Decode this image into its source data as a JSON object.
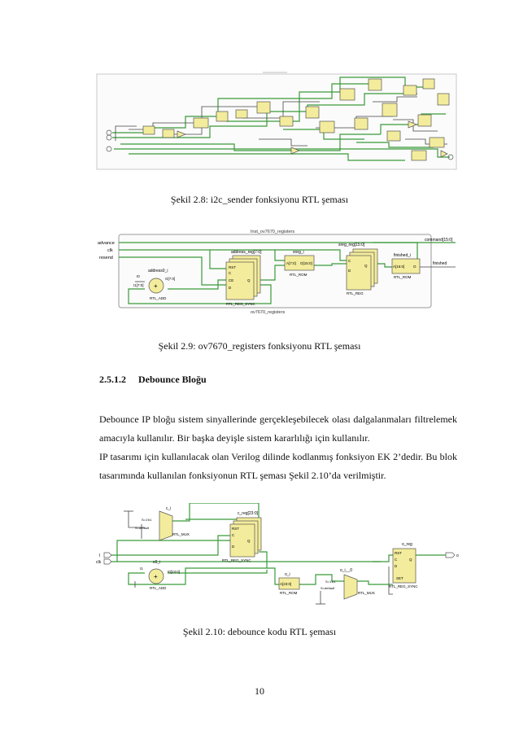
{
  "figures": [
    {
      "caption": "Şekil 2.8: i2c_sender fonksiyonu RTL şeması"
    },
    {
      "caption": "Şekil 2.9: ov7670_registers fonksiyonu RTL şeması",
      "labels": {
        "inst": "Inst_ov7670_registers",
        "footer": "ov7670_registers",
        "in_advance": "advance",
        "in_clk": "clk",
        "in_resend": "resend",
        "out_command": "command[15:0]",
        "out_finished": "finished",
        "addr_reg": "address_reg[7:0]",
        "addr_reg_type": "RTL_REG_SYNC",
        "sreg_i": "sreg_i",
        "rom_addr": "A[7:0]",
        "rom_out": "O[15:0]",
        "rom_type": "RTL_ROM",
        "sreg_reg": "sreg_reg[15:0]",
        "sreg_type": "RTL_REG",
        "finished_i": "finished_i",
        "fin_addr": "A[15:0]",
        "fin_o": "O",
        "fin_type": "RTL_ROM",
        "add_name": "address0_i",
        "add_i0": "I0",
        "add_i1": "I1[7:0]",
        "add_o": "O[7:0]",
        "add_type": "RTL_ADD",
        "pin_rst": "RST",
        "pin_c": "C",
        "pin_ce": "CE",
        "pin_d": "D",
        "pin_q": "Q"
      }
    },
    {
      "caption": "Şekil 2.10: debounce kodu RTL şeması",
      "labels": {
        "in_i": "I",
        "in_clk": "clk",
        "out_o": "o",
        "c_i": "c_i",
        "mux_s": "S=1'b1",
        "mux_def": "S=default",
        "mux_type": "RTL_MUX",
        "c_reg": "c_reg[23:0]",
        "c_reg_type": "RTL_REG_SYNC",
        "c0_i": "c0_i",
        "add_i0": "I0[23:0]",
        "add_i1": "I1",
        "add_type": "RTL_ADD",
        "o_i": "o_i",
        "rom_addr": "A[23:0]",
        "rom_type": "RTL_ROM",
        "o_i_0": "o_i__0",
        "mux2_type": "RTL_MUX",
        "o_reg": "o_reg",
        "o_reg_type": "RTL_REG_SYNC",
        "pin_set": "SET",
        "pin_rst": "RST"
      }
    }
  ],
  "section": {
    "number": "2.5.1.2",
    "title": "Debounce Bloğu"
  },
  "paragraph": [
    "Debounce IP bloğu sistem sinyallerinde gerçekleşebilecek olası dalgalanmaları filtrelemek amacıyla kullanılır. Bir başka deyişle sistem kararlılığı için kullanılır.",
    "IP tasarımı için kullanılacak olan Verilog dilinde kodlanmış fonksiyon EK 2’dedir. Bu blok tasarımında kullanılan fonksiyonun RTL şeması Şekil 2.10’da verilmiştir."
  ],
  "page_number": "10",
  "colors": {
    "wire_green": "#3a9a3a",
    "block_yellow": "#f3ec9c",
    "block_border": "#555555"
  }
}
